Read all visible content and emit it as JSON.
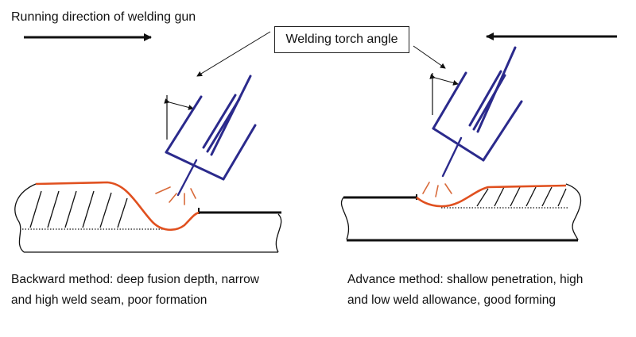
{
  "labels": {
    "running_direction": "Running direction of welding gun",
    "torch_angle": "Welding torch angle"
  },
  "captions": {
    "backward": {
      "line1": "Backward method: deep fusion depth, narrow",
      "line2": "and high weld seam, poor formation"
    },
    "advance": {
      "line1": "Advance method: shallow penetration, high",
      "line2": "and low weld allowance, good forming"
    }
  },
  "colors": {
    "torch": "#2b2a8c",
    "weld": "#e0501f",
    "spark": "#d86a3a",
    "outline": "#111111"
  }
}
